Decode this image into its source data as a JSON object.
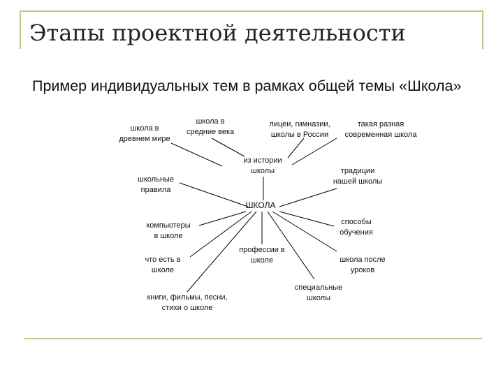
{
  "slide": {
    "title": "Этапы проектной деятельности",
    "subtitle": "Пример индивидуальных тем в рамках общей темы «Школа»"
  },
  "diagram": {
    "center": "ШКОЛА",
    "nodes": {
      "history": "из истории\nшколы",
      "ancient": "школа в\nдревнем мире",
      "middle_ages": "школа в\nсредние века",
      "lyceums": "лицеи, гимназии,\nшколы в России",
      "modern": "такая разная\nсовременная школа",
      "rules": "школьные\nправила",
      "traditions": "традиции\nнашей школы",
      "computers": "компьютеры\nв школе",
      "methods": "способы\nобучения",
      "what_is": "что есть в\nшколе",
      "professions": "профессии в\nшколе",
      "after_school": "школа после\nуроков",
      "media": "книги, фильмы, песни,\nстихи о школе",
      "special": "специальные\nшколы"
    }
  },
  "colors": {
    "frame": "#c9c28a",
    "text": "#111111",
    "lines": "#000000"
  }
}
